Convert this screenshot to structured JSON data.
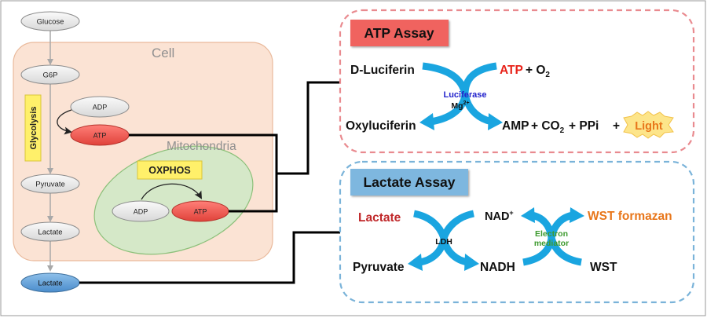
{
  "pathway": {
    "glucose": "Glucose",
    "g6p": "G6P",
    "pyruvate": "Pyruvate",
    "lactate_in": "Lactate",
    "lactate_out": "Lactate",
    "cell_label": "Cell",
    "glycolysis_label": "Glycolysis",
    "glyco_adp": "ADP",
    "glyco_atp": "ATP",
    "mito_label": "Mitochondria",
    "oxphos_label": "OXPHOS",
    "mito_adp": "ADP",
    "mito_atp": "ATP"
  },
  "atp_assay": {
    "title": "ATP Assay",
    "d_luciferin": "D-Luciferin",
    "atp": "ATP",
    "plus_o2": "+ O",
    "o2_sub": "2",
    "enzyme": "Luciferase",
    "cofactor": "Mg",
    "cofactor_sup": "2+",
    "oxyluciferin": "Oxyluciferin",
    "amp": "AMP",
    "plus_co2": "+ CO",
    "co2_sub": "2",
    "plus_ppi": "+ PPi",
    "plus_light": "+",
    "light": "Light"
  },
  "lactate_assay": {
    "title": "Lactate Assay",
    "lactate": "Lactate",
    "nad": "NAD",
    "nad_sup": "+",
    "wst_formazan": "WST formazan",
    "enzyme": "LDH",
    "mediator_line1": "Electron",
    "mediator_line2": "mediator",
    "pyruvate": "Pyruvate",
    "nadh": "NADH",
    "wst": "WST"
  },
  "colors": {
    "cell_fill": "#fbe3d4",
    "mito_fill": "#d5e8c8",
    "atp_red": "#f25c54",
    "label_yellow": "#fff06a",
    "lactate_blue": "#5b9bd5",
    "atp_box_border": "#e98a8f",
    "lactate_box_border": "#7ab3d9",
    "title_red_bg": "#f0645f",
    "title_blue_bg": "#7eb7df",
    "arrow_cyan": "#1aa5e0",
    "text_red": "#e8231a",
    "text_orange": "#e8761a",
    "text_blue": "#2222cc",
    "text_green": "#3d9a2e",
    "text_darkred": "#c0282a"
  }
}
